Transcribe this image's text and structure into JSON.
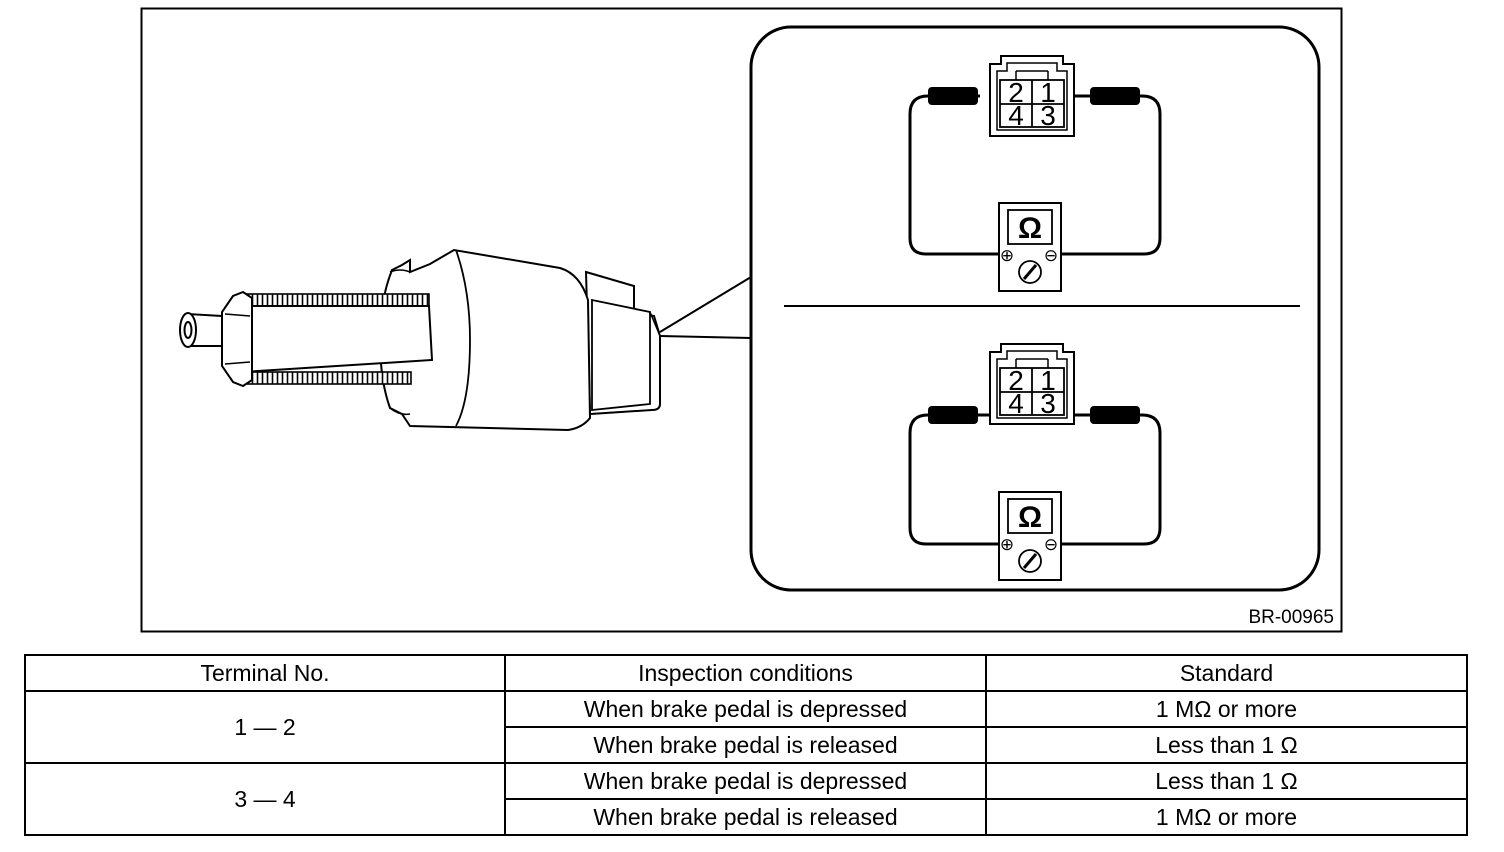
{
  "figure_code": "BR-00965",
  "connector": {
    "pins": [
      "2",
      "1",
      "4",
      "3"
    ]
  },
  "meter": {
    "symbol": "Ω",
    "plus": "⊕",
    "minus": "⊖"
  },
  "table": {
    "headers": [
      "Terminal No.",
      "Inspection conditions",
      "Standard"
    ],
    "groups": [
      {
        "terminal": "1 — 2",
        "rows": [
          {
            "condition": "When brake pedal is depressed",
            "standard": "1 MΩ or more"
          },
          {
            "condition": "When brake pedal is released",
            "standard": "Less than 1 Ω"
          }
        ]
      },
      {
        "terminal": "3 — 4",
        "rows": [
          {
            "condition": "When brake pedal is depressed",
            "standard": "Less than 1 Ω"
          },
          {
            "condition": "When brake pedal is released",
            "standard": "1 MΩ or more"
          }
        ]
      }
    ]
  }
}
